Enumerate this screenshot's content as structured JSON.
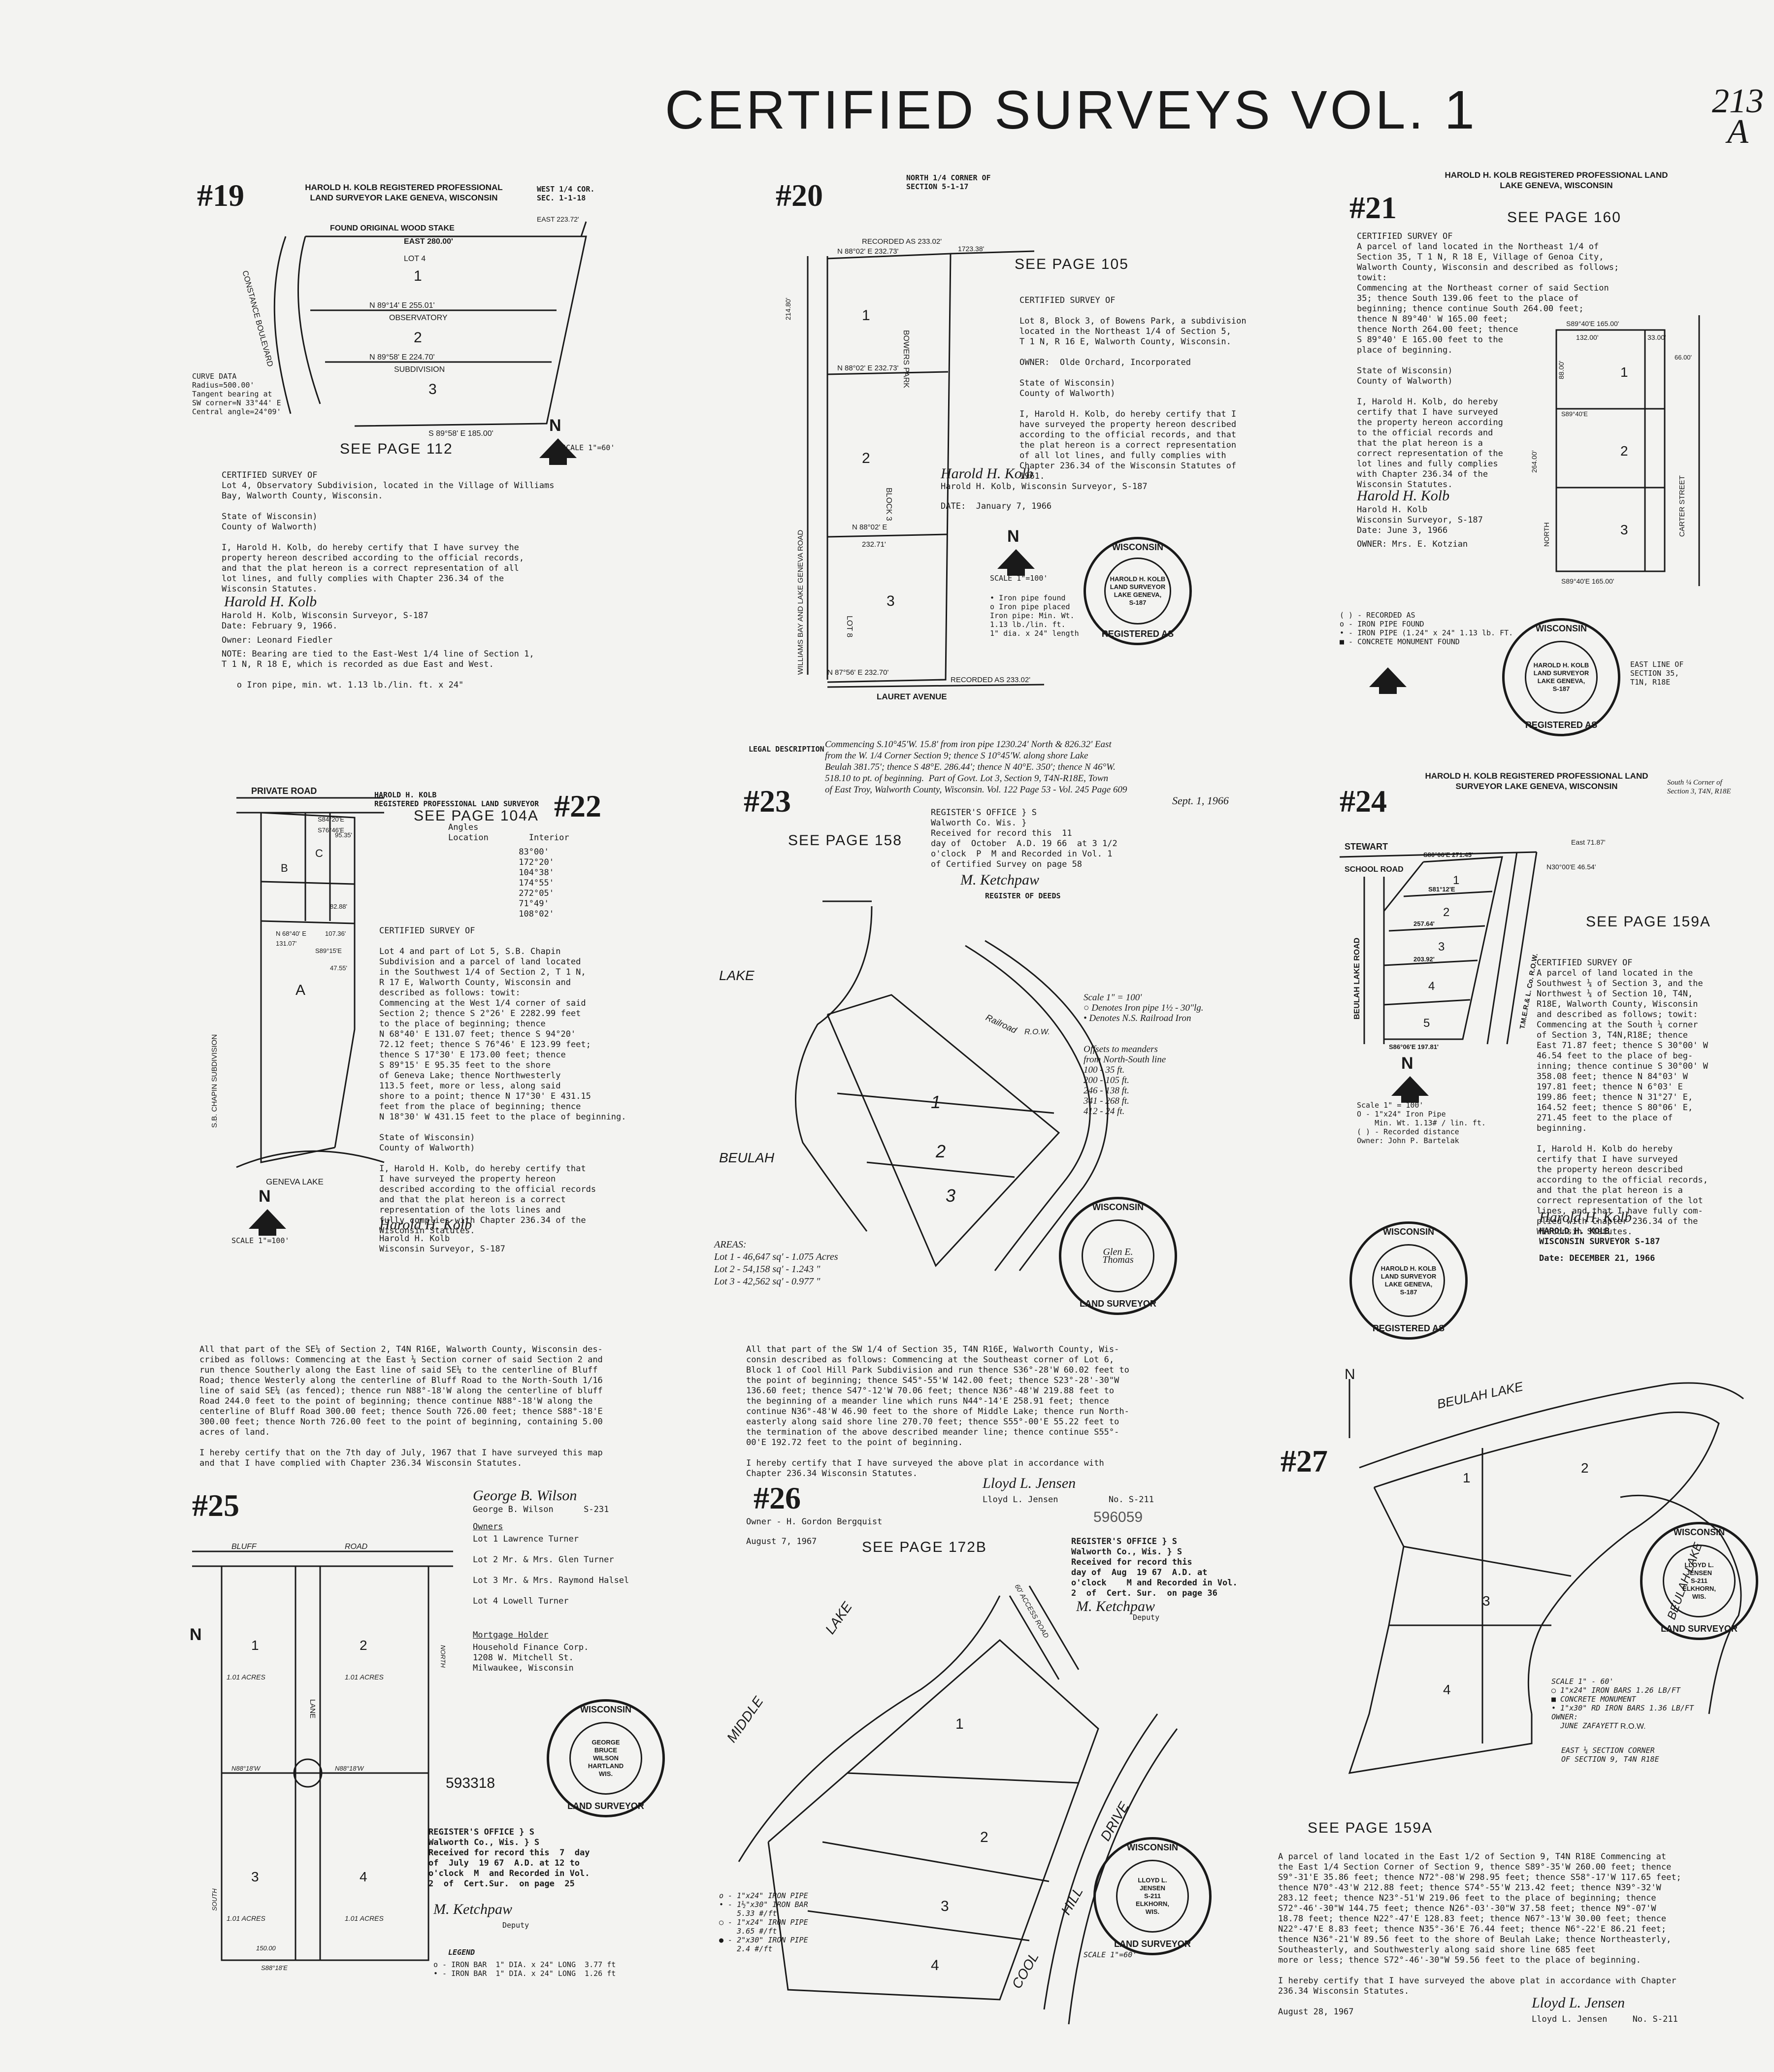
{
  "header": {
    "title": "CERTIFIED SURVEYS VOL. 1",
    "page_number": "213 A"
  },
  "s19": {
    "number": "#19",
    "surveyor_header": "HAROLD H. KOLB\nREGISTERED PROFESSIONAL LAND SURVEYOR\nLAKE GENEVA, WISCONSIN",
    "corner": "WEST 1/4 COR.\nSEC. 1-1-18",
    "plat_labels": [
      "FOUND ORIGINAL WOOD STAKE",
      "EAST 280.00'",
      "LOT 4",
      "N 89°14' E 255.01'",
      "OBSERVATORY",
      "N 89°58' E 224.70'",
      "SUBDIVISION",
      "S 89°58' E 185.00'",
      "1",
      "2",
      "3",
      "CONSTANCE BOULEVARD",
      "EAST 223.72'"
    ],
    "curve_data": "CURVE DATA\nRadius=500.00'\nTangent bearing at\nSW corner=N 33°44' E\nCentral angle=24°09'",
    "see_page": "SEE PAGE 112",
    "scale": "SCALE 1\"=60'",
    "north": "N",
    "text": "CERTIFIED SURVEY OF\nLot 4, Observatory Subdivision, located in the Village of Williams\nBay, Walworth County, Wisconsin.\n\nState of Wisconsin)\nCounty of Walworth)\n\nI, Harold H. Kolb, do hereby certify that I have survey the\nproperty hereon described according to the official records,\nand that the plat hereon is a correct representation of all\nlot lines, and fully complies with Chapter 236.34 of the\nWisconsin Statutes.",
    "signature": "Harold H. Kolb",
    "sig_line": "Harold H. Kolb, Wisconsin Surveyor, S-187\nDate: February 9, 1966.",
    "owner": "Owner: Leonard Fiedler",
    "note": "NOTE: Bearing are tied to the East-West 1/4 line of Section 1,\nT 1 N, R 18 E, which is recorded as due East and West.\n\n   o Iron pipe, min. wt. 1.13 lb./lin. ft. x 24\""
  },
  "s20": {
    "number": "#20",
    "corner": "NORTH 1/4 CORNER OF\nSECTION 5-1-17",
    "see_page": "SEE PAGE 105",
    "plat_labels": [
      "RECORDED AS 233.02'",
      "N 88°02' E 232.73'",
      "N 88°02' E 232.73'",
      "N 88°02' E",
      "232.71'",
      "N 87°56' E 232.70'",
      "RECORDED AS 233.02'",
      "LAURET AVENUE",
      "WILLIAMS BAY AND LAKE GENEVA ROAD",
      "BLOCK 3",
      "BOWERS PARK",
      "1",
      "2",
      "3",
      "LOT 8",
      "214.80'",
      "1723.38'"
    ],
    "text": "CERTIFIED SURVEY OF\n\nLot 8, Block 3, of Bowens Park, a subdivision\nlocated in the Northeast 1/4 of Section 5,\nT 1 N, R 16 E, Walworth County, Wisconsin.\n\nOWNER:  Olde Orchard, Incorporated\n\nState of Wisconsin)\nCounty of Walworth)\n\nI, Harold H. Kolb, do hereby certify that I\nhave surveyed the property hereon described\naccording to the official records, and that\nthe plat hereon is a correct representation\nof all lot lines, and fully complies with\nChapter 236.34 of the Wisconsin Statutes of\n1961.",
    "signature": "Harold H. Kolb",
    "sig_line": "Harold H. Kolb, Wisconsin Surveyor, S-187",
    "date": "DATE:  January 7, 1966",
    "scale": "SCALE 1\"=100'",
    "north": "N",
    "legend": "• Iron pipe found\no Iron pipe placed\nIron pipe: Min. Wt.\n1.13 lb./lin. ft.\n1\" dia. x 24\" length",
    "seal": {
      "ring": "WISCONSIN",
      "inner": "HAROLD H. KOLB\nLAND SURVEYOR\nLAKE GENEVA,\nS-187",
      "ring2": "REGISTERED AS"
    }
  },
  "s21": {
    "number": "#21",
    "surveyor_header": "HAROLD H. KOLB\nREGISTERED PROFESSIONAL LAND\nLAKE GENEVA, WISCONSIN",
    "see_page": "SEE PAGE 160",
    "text": "CERTIFIED SURVEY OF\nA parcel of land located in the Northeast 1/4 of\nSection 35, T 1 N, R 18 E, Village of Genoa City,\nWalworth County, Wisconsin and described as follows;\ntowit:\nCommencing at the Northeast corner of said Section\n35; thence South 139.06 feet to the place of\nbeginning; thence continue South 264.00 feet;\nthence N 89°40' W 165.00 feet;\nthence North 264.00 feet; thence\nS 89°40' E 165.00 feet to the\nplace of beginning.\n\nState of Wisconsin)\nCounty of Walworth)\n\nI, Harold H. Kolb, do hereby\ncertify that I have surveyed\nthe property hereon according\nto the official records and\nthat the plat hereon is a\ncorrect representation of the\nlot lines and fully complies\nwith Chapter 236.34 of the\nWisconsin Statutes.",
    "signature": "Harold H. Kolb",
    "sig_line": "Harold H. Kolb\nWisconsin Surveyor, S-187\nDate: June 3, 1966",
    "owner": "OWNER: Mrs. E. Kotzian",
    "legend": "( ) - RECORDED AS\no - IRON PIPE FOUND\n• - IRON PIPE (1.24\" x 24\" 1.13 lb. FT.\n■ - CONCRETE MONUMENT FOUND",
    "plat_labels": [
      "S89°40'E 165.00'",
      "132.00'",
      "33.00'",
      "1",
      "2",
      "3",
      "88.00'",
      "S89°40'E",
      "264.00'",
      "NORTH",
      "CARTER STREET",
      "66.00'",
      "S89°40'E 165.00'"
    ],
    "east_line": "EAST LINE OF\nSECTION 35,\nT1N, R18E",
    "seal": {
      "ring": "WISCONSIN",
      "inner": "HAROLD H. KOLB\nLAND SURVEYOR\nLAKE GENEVA,\nS-187",
      "ring2": "REGISTERED AS"
    }
  },
  "s22": {
    "number": "#22",
    "surveyor_header": "HAROLD H. KOLB\nREGISTERED PROFESSIONAL LAND SURVEYOR",
    "see_page": "SEE PAGE 104A",
    "angles_header": "Angles\nLocation        Interior",
    "angles": "              83°00'\n              172°20'\n              104°38'\n              174°55'\n              272°05'\n              71°49'\n              108°02'",
    "road": "PRIVATE     ROAD",
    "text": "CERTIFIED SURVEY OF\n\nLot 4 and part of Lot 5, S.B. Chapin\nSubdivision and a parcel of land located\nin the Southwest 1/4 of Section 2, T 1 N,\nR 17 E, Walworth County, Wisconsin and\ndescribed as follows: towit:\nCommencing at the West 1/4 corner of said\nSection 2; thence S 2°26' E 2282.99 feet\nto the place of beginning; thence\nN 68°40' E 131.07 feet; thence S 94°20'\n72.12 feet; thence S 76°46' E 123.99 feet;\nthence S 17°30' E 173.00 feet; thence\nS 89°15' E 95.35 feet to the shore\nof Geneva Lake; thence Northwesterly\n113.5 feet, more or less, along said\nshore to a point; thence N 17°30' E 431.15\nfeet from the place of beginning; thence\nN 18°30' W 431.15 feet to the place of beginning.\n\nState of Wisconsin)\nCounty of Walworth)\n\nI, Harold H. Kolb, do hereby certify that\nI have surveyed the property hereon\ndescribed according to the official records\nand that the plat hereon is a correct\nrepresentation of the lots lines and\nfully complies with Chapter 236.34 of the\nWisconsin Statutes.",
    "signature": "Harold H. Kolb",
    "sig_line": "Harold H. Kolb\nWisconsin Surveyor, S-187",
    "plat_labels": [
      "B",
      "C",
      "A",
      "S.B. CHAPIN SUBDIVISION",
      "GENEVA LAKE",
      "95.35'",
      "107.36'",
      "82.88'",
      "S89°15'E",
      "S84°20'E",
      "S76°46'E",
      "N 68°40' E",
      "131.07'",
      "47.55'"
    ],
    "scale": "SCALE 1\"=100'",
    "north": "N"
  },
  "s23": {
    "number": "#23",
    "legal_label": "LEGAL DESCRIPTION",
    "legal": "Commencing S.10°45'W. 15.8' from iron pipe 1230.24' North & 826.32' East\nfrom the W. 1/4 Corner Section 9; thence S 10°45'W. along shore Lake\nBeulah 381.75'; thence S 48°E. 286.44'; thence N 40°E. 350'; thence N 46°W.\n518.10 to pt. of beginning.  Part of Govt. Lot 3, Section 9, T4N-R18E, Town\nof East Troy, Walworth County, Wisconsin. Vol. 122 Page 53 - Vol. 245 Page 609",
    "legal_date": "Sept. 1, 1966",
    "see_page": "SEE PAGE 158",
    "register": "REGISTER'S OFFICE } S\nWalworth Co. Wis. }\nReceived for record this  11\nday of  October  A.D. 19 66  at 3 1/2\no'clock  P  M and Recorded in Vol. 1\nof Certified Survey on page 58",
    "register_sig": "M. Ketchpaw",
    "register_title": "REGISTER OF DEEDS",
    "plat_labels": [
      "LAKE",
      "BEULAH",
      "1",
      "2",
      "3",
      "Railroad",
      "R.O.W."
    ],
    "scale_note": "Scale 1\" = 100'\n○ Denotes Iron pipe 1½ - 30\"lg.\n• Denotes N.S. Railroad Iron",
    "offsets": "Offsets to meanders\nfrom North-South line\n100 - 35 ft.\n200 - 105 ft.\n246 - 138 ft.\n341 - 268 ft.\n412 - 24 ft.",
    "areas": "AREAS:\nLot 1 - 46,647 sq' - 1.075 Acres\nLot 2 - 54,158 sq' - 1.243 \"\nLot 3 - 42,562 sq' - 0.977 \"",
    "seal": {
      "ring": "WISCONSIN",
      "inner": "Glen E.\nThomas",
      "ring2": "LAND SURVEYOR"
    }
  },
  "s24": {
    "number": "#24",
    "surveyor_header": "HAROLD H. KOLB\nREGISTERED PROFESSIONAL LAND SURVEYOR\nLAKE GENEVA, WISCONSIN",
    "corner": "South ¼ Corner of\nSection 3, T4N, R18E",
    "see_page": "SEE PAGE 159A",
    "plat_labels": [
      "STEWART",
      "SCHOOL ROAD",
      "BEULAH LAKE ROAD",
      "T.M.E.R.& L. Co. R.O.W.",
      "1",
      "2",
      "3",
      "4",
      "5",
      "S80°06'E 271.45'",
      "East 71.87'",
      "N30°00'E 46.54'",
      "S81°12'E",
      "257.64'",
      "203.92'",
      "S86°06'E 197.81'"
    ],
    "text": "CERTIFIED SURVEY OF\nA parcel of land located in the\nSouthwest ¼ of Section 3, and the\nNorthwest ¼ of Section 10, T4N,\nR18E, Walworth County, Wisconsin\nand described as follows; towit:\nCommencing at the South ¼ corner\nof Section 3, T4N,R18E; thence\nEast 71.87 feet; thence S 30°00' W\n46.54 feet to the place of beg-\ninning; thence continue S 30°00' W\n358.08 feet; thence N 84°03' W\n197.81 feet; thence N 6°03' E\n199.86 feet; thence N 31°27' E,\n164.52 feet; thence S 80°06' E,\n271.45 feet to the place of\nbeginning.\n\nI, Harold H. Kolb do hereby\ncertify that I have surveyed\nthe property hereon described\naccording to the official records,\nand that the plat hereon is a\ncorrect representation of the lot\nlines, and that I have fully com-\nplied with Chapter 236.34 of the\nWisconsin Statutes.",
    "signature": "Harold H. Kolb",
    "sig_line": "HAROLD H. KOLB\nWISCONSIN SURVEYOR S-187",
    "date": "Date: DECEMBER 21, 1966",
    "legend": "Scale 1\" = 100'\nO - 1\"x24\" Iron Pipe\n    Min. Wt. 1.13# / lin. ft.\n( ) - Recorded distance\nOwner: John P. Bartelak",
    "north": "N",
    "seal": {
      "ring": "WISCONSIN",
      "inner": "HAROLD H. KOLB\nLAND SURVEYOR\nLAKE GENEVA,\nS-187",
      "ring2": "REGISTERED AS"
    }
  },
  "s25": {
    "number": "#25",
    "desc": "All that part of the SE¼ of Section 2, T4N R16E, Walworth County, Wisconsin des-\ncribed as follows: Commencing at the East ¼ Section corner of said Section 2 and\nrun thence Southerly along the East line of said SE¼ to the centerline of Bluff\nRoad; thence Westerly along the centerline of Bluff Road to the North-South 1/16\nline of said SE¼ (as fenced); thence run N88°-18'W along the centerline of bluff\nRoad 244.0 feet to the point of beginning; thence continue N88°-18'W along the\ncenterline of Bluff Road 300.00 feet; thence South 726.00 feet; thence S88°-18'E\n300.00 feet; thence North 726.00 feet to the point of beginning, containing 5.00\nacres of land.\n\nI hereby certify that on the 7th day of July, 1967 that I have surveyed this map\nand that I have complied with Chapter 236.34 Wisconsin Statutes.",
    "signature": "George B. Wilson",
    "sig_line": "George B. Wilson      S-231",
    "owners_title": "Owners",
    "owners": "Lot 1 Lawrence Turner\n\nLot 2 Mr. & Mrs. Glen Turner\n\nLot 3 Mr. & Mrs. Raymond Halsel\n\nLot 4 Lowell Turner",
    "mortgage_title": "Mortgage Holder",
    "mortgage": "Household Finance Corp.\n1208 W. Mitchell St.\nMilwaukee, Wisconsin",
    "doc_number": "593318",
    "register": "REGISTER'S OFFICE } S\nWalworth Co., Wis. } S\nReceived for record this  7  day\nof  July  19 67  A.D. at 12 to\no'clock  M  and Recorded in Vol.\n2  of  Cert.Sur.  on page  25",
    "register_sig": "M. Ketchpaw",
    "register_title": "Deputy",
    "legend_title": "LEGEND",
    "legend": "o - IRON BAR  1\" DIA. x 24\" LONG  3.77 ft\n• - IRON BAR  1\" DIA. x 24\" LONG  1.26 ft",
    "plat_labels": [
      "BLUFF",
      "ROAD",
      "1",
      "2",
      "3",
      "4",
      "LANE",
      "1.01 ACRES",
      "1.01 ACRES",
      "1.01 ACRES",
      "1.01 ACRES",
      "N88°18'W",
      "150.00",
      "N88°18'W",
      "S88°18'E",
      "SOUTH",
      "NORTH"
    ],
    "north": "N",
    "seal": {
      "ring": "WISCONSIN",
      "inner": "GEORGE\nBRUCE\nWILSON\nHARTLAND\nWIS.",
      "ring2": "LAND SURVEYOR"
    }
  },
  "s26": {
    "number": "#26",
    "desc": "All that part of the SW 1/4 of Section 35, T4N R16E, Walworth County, Wis-\nconsin described as follows: Commencing at the Southeast corner of Lot 6,\nBlock 1 of Cool Hill Park Subdivision and run thence S36°-28'W 60.02 feet to\nthe point of beginning; thence S45°-55'W 142.00 feet; thence S23°-28'-30\"W\n136.60 feet; thence S47°-12'W 70.06 feet; thence N36°-48'W 219.88 feet to\nthe beginning of a meander line which runs N44°-14'E 258.91 feet; thence\ncontinue N36°-48'W 46.90 feet to the shore of Middle Lake; thence run North-\neasterly along said shore line 270.70 feet; thence S55°-00'E 55.22 feet to\nthe termination of the above described meander line; thence continue S55°-\n00'E 192.72 feet to the point of beginning.\n\nI hereby certify that I have surveyed the above plat in accordance with\nChapter 236.34 Wisconsin Statutes.",
    "signature": "Lloyd L. Jensen",
    "sig_line": "Lloyd L. Jensen          No. S-211",
    "owner": "Owner - H. Gordon Bergquist",
    "date": "August 7, 1967",
    "doc_number": "596059",
    "see_page": "SEE PAGE 172B",
    "register": "REGISTER'S OFFICE } S\nWalworth Co., Wis. } S\nReceived for record this\nday of  Aug  19 67  A.D. at\no'clock    M and Recorded in Vol.\n2  of  Cert. Sur.  on page 36",
    "register_sig": "M. Ketchpaw",
    "register_title": "Deputy",
    "plat_labels": [
      "MIDDLE",
      "LAKE",
      "COOL",
      "HILL",
      "DRIVE",
      "60' ACCESS ROAD",
      "1",
      "2",
      "3",
      "4"
    ],
    "legend": "o - 1\"x24\" IRON PIPE\n• - 1½\"x30\" IRON BAR\n    5.33 #/ft\n○ - 1\"x24\" IRON PIPE\n    3.65 #/ft\n● - 2\"x30\" IRON PIPE\n    2.4 #/ft",
    "scale": "SCALE 1\"=60'",
    "seal": {
      "ring": "WISCONSIN",
      "inner": "LLOYD L.\nJENSEN\nS-211\nELKHORN,\nWIS.",
      "ring2": "LAND SURVEYOR"
    }
  },
  "s27": {
    "number": "#27",
    "see_page": "SEE PAGE 159A",
    "plat_labels": [
      "BEULAH LAKE",
      "BEULAH LAKE",
      "1",
      "2",
      "3",
      "4",
      "R.O.W.",
      "N"
    ],
    "legend": "SCALE 1\" - 60'\n○ 1\"x24\" IRON BARS 1.26 LB/FT\n■ CONCRETE MONUMENT\n• 1\"x30\" RD IRON BARS 1.36 LB/FT\nOWNER:\n  JUNE ZAFAYETT",
    "corner": "EAST ¼ SECTION CORNER\nOF SECTION 9, T4N R18E",
    "desc": "A parcel of land located in the East 1/2 of Section 9, T4N R18E Commencing at\nthe East 1/4 Section Corner of Section 9, thence S89°-35'W 260.00 feet; thence\nS9°-31'E 35.86 feet; thence N72°-08'W 298.95 feet; thence S58°-17'W 117.65 feet;\nthence N70°-43'W 212.88 feet; thence S74°-55'W 213.42 feet; thence N39°-32'W\n283.12 feet; thence N23°-51'W 219.06 feet to the place of beginning; thence\nS72°-46'-30\"W 144.75 feet; thence N26°-03'-30\"W 37.58 feet; thence N9°-07'W\n18.78 feet; thence N22°-47'E 128.83 feet; thence N67°-13'W 30.00 feet; thence\nN22°-47'E 8.83 feet; thence N35°-36'E 76.44 feet; thence N6°-22'E 86.21 feet;\nthence N36°-21'W 89.56 feet to the shore of Beulah Lake; thence Northeasterly,\nSoutheasterly, and Southwesterly along said shore line 685 feet\nmore or less; thence S72°-46'-30\"W 59.56 feet to the place of beginning.\n\nI hereby certify that I have surveyed the above plat in accordance with Chapter\n236.34 Wisconsin Statutes.",
    "signature": "Lloyd L. Jensen",
    "sig_line": "Lloyd L. Jensen     No. S-211",
    "date": "August 28, 1967",
    "seal": {
      "ring": "WISCONSIN",
      "inner": "LLOYD L.\nJENSEN\nS-211\nELKHORN,\nWIS.",
      "ring2": "LAND SURVEYOR"
    }
  }
}
